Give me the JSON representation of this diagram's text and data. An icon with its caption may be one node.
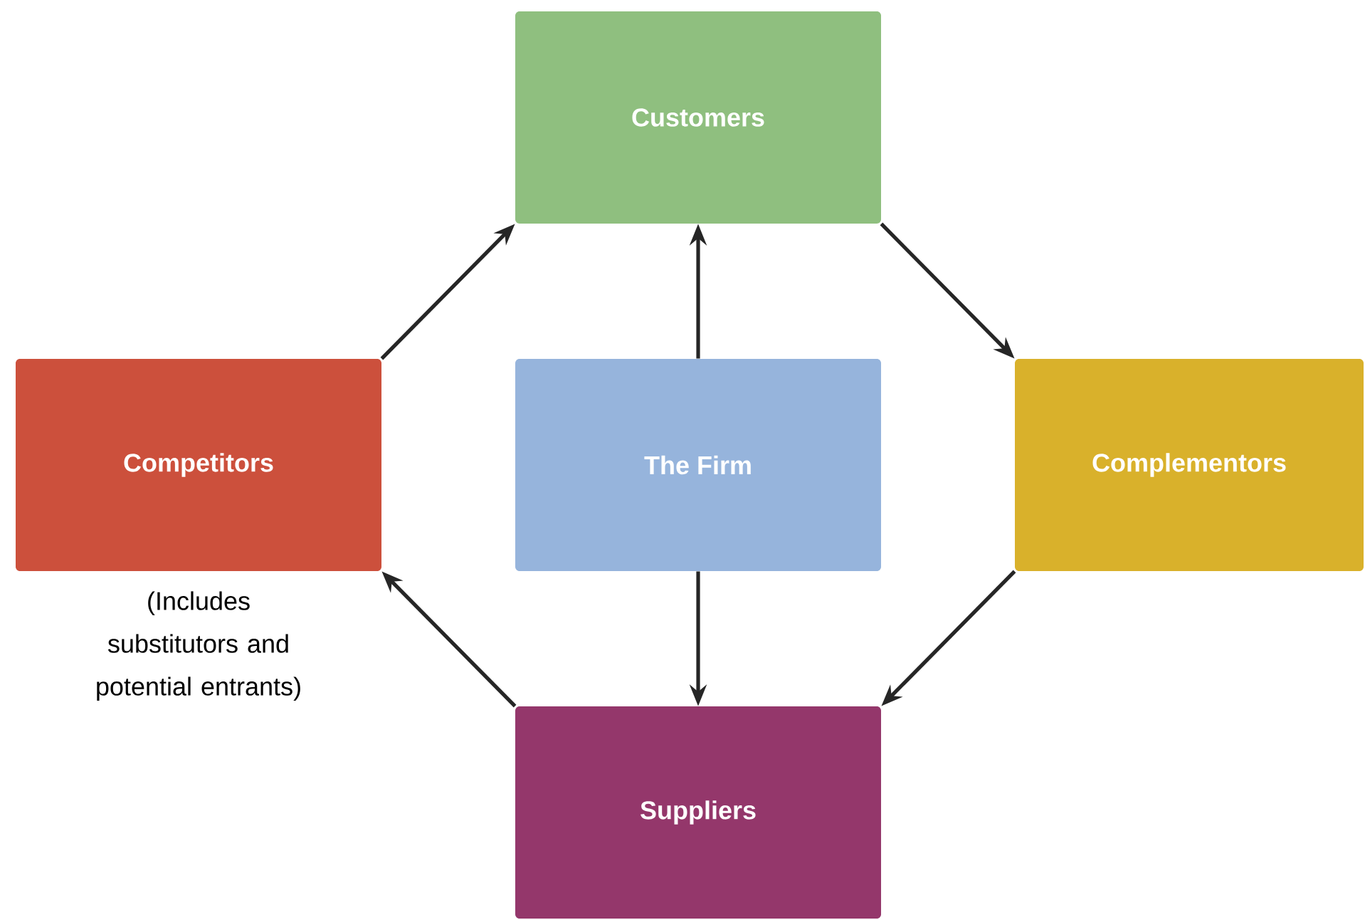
{
  "diagram": {
    "nodes": [
      {
        "text": [
          "Customers"
        ]
      },
      {
        "text": [
          "Competitors"
        ],
        "beside": [
          "(Includes substitutors and potential entrants)"
        ]
      },
      {
        "text": [
          "The Firm"
        ]
      },
      {
        "text": [
          "Complementors"
        ]
      },
      {
        "text": [
          "Suppliers"
        ]
      }
    ],
    "edges": [
      {
        "from": 1,
        "to": 0,
        "arrow": "to"
      },
      {
        "from": 2,
        "to": 0,
        "arrow": "to"
      },
      {
        "from": 0,
        "to": 3,
        "arrow": "to"
      },
      {
        "from": 2,
        "to": 4,
        "arrow": "to"
      },
      {
        "from": 3,
        "to": 4,
        "arrow": "to"
      },
      {
        "from": 4,
        "to": 1,
        "arrow": "to"
      }
    ]
  }
}
